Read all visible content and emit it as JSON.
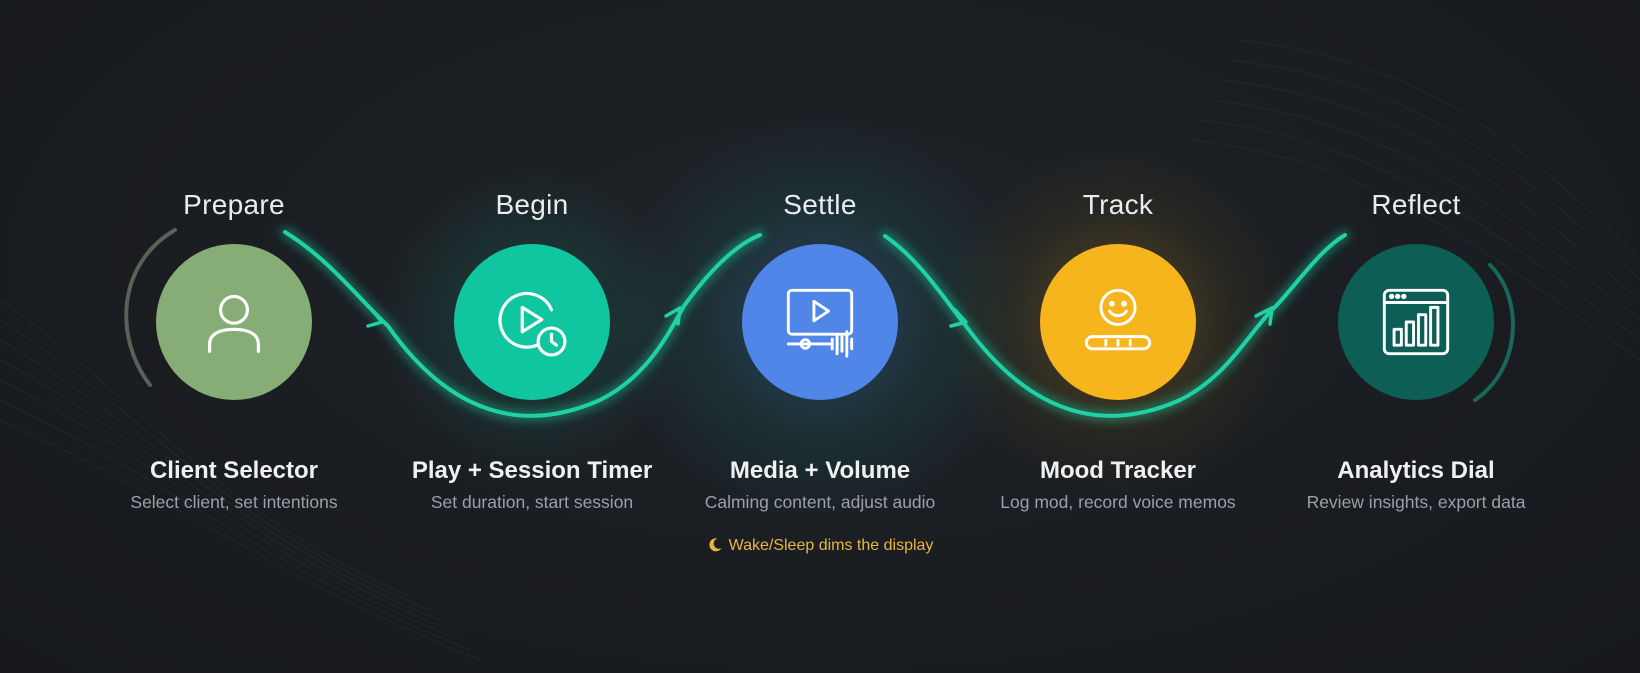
{
  "colors": {
    "background": "#1b1e22",
    "flow_line": "#1fd1a5",
    "prepare": "#86ad76",
    "begin": "#0fc6a0",
    "settle": "#4f86e8",
    "track": "#f6b51c",
    "reflect": "#0d5e54",
    "note": "#e9b53f"
  },
  "steps": [
    {
      "stage": "Prepare",
      "feature": "Client Selector",
      "description": "Select client, set intentions",
      "icon": "user-icon"
    },
    {
      "stage": "Begin",
      "feature": "Play + Session Timer",
      "description": "Set duration, start session",
      "icon": "play-timer-icon"
    },
    {
      "stage": "Settle",
      "feature": "Media + Volume",
      "description": "Calming content, adjust audio",
      "icon": "media-player-icon"
    },
    {
      "stage": "Track",
      "feature": "Mood Tracker",
      "description": "Log mod, record voice memos",
      "icon": "smiley-slider-icon"
    },
    {
      "stage": "Reflect",
      "feature": "Analytics Dial",
      "description": "Review insights, export data",
      "icon": "bar-chart-window-icon"
    }
  ],
  "note": {
    "text": "Wake/Sleep dims the display",
    "icon": "moon-icon"
  }
}
